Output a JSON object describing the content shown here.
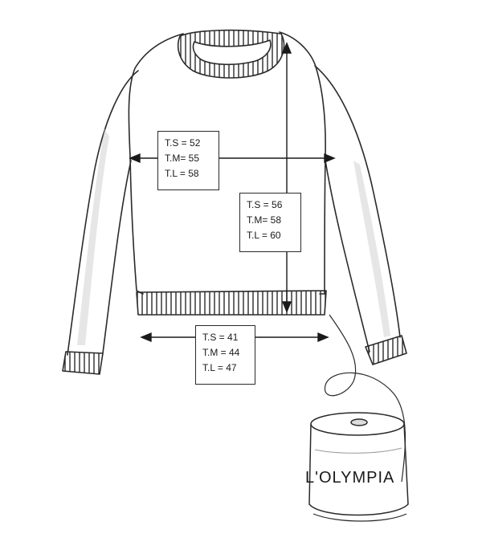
{
  "chest": {
    "lines": [
      "T.S = 52",
      "T.M= 55",
      "T.L = 58"
    ]
  },
  "length": {
    "lines": [
      "T.S = 56",
      "T.M= 58",
      "T.L = 60"
    ]
  },
  "hem": {
    "lines": [
      "T.S = 41",
      "T.M = 44",
      "T.L = 47"
    ]
  },
  "brand": {
    "name": "L'OLYMPIA"
  },
  "colors": {
    "ink": "#2a2a2a",
    "shade": "#9a9a9a",
    "background": "#ffffff"
  },
  "icons": [
    "sweater-drawing",
    "yarn-cone-drawing",
    "arrow-icon"
  ]
}
